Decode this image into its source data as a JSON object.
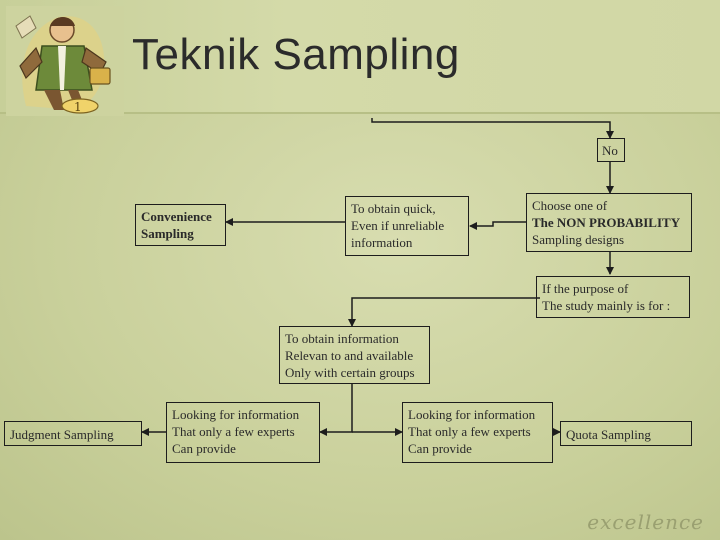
{
  "slide": {
    "title": "Teknik Sampling",
    "watermark": "excellence"
  },
  "nodes": {
    "no": "No",
    "choose": {
      "line1": "Choose one of",
      "line2": "The NON PROBABILITY",
      "line3": "Sampling designs"
    },
    "quick": "To obtain quick,\nEven if unreliable\ninformation",
    "convenience": "Convenience\nSampling",
    "purpose": "If the purpose of\nThe study mainly is for :",
    "groups": "To obtain information\nRelevan to and available\nOnly with certain groups",
    "experts_left": "Looking for information\nThat only a few experts\nCan provide",
    "experts_right": "Looking for information\nThat only a few experts\nCan provide",
    "judgment": "Judgment Sampling",
    "quota": "Quota Sampling"
  },
  "colors": {
    "background": "#cfd6a3",
    "line": "#1d1d1d"
  }
}
